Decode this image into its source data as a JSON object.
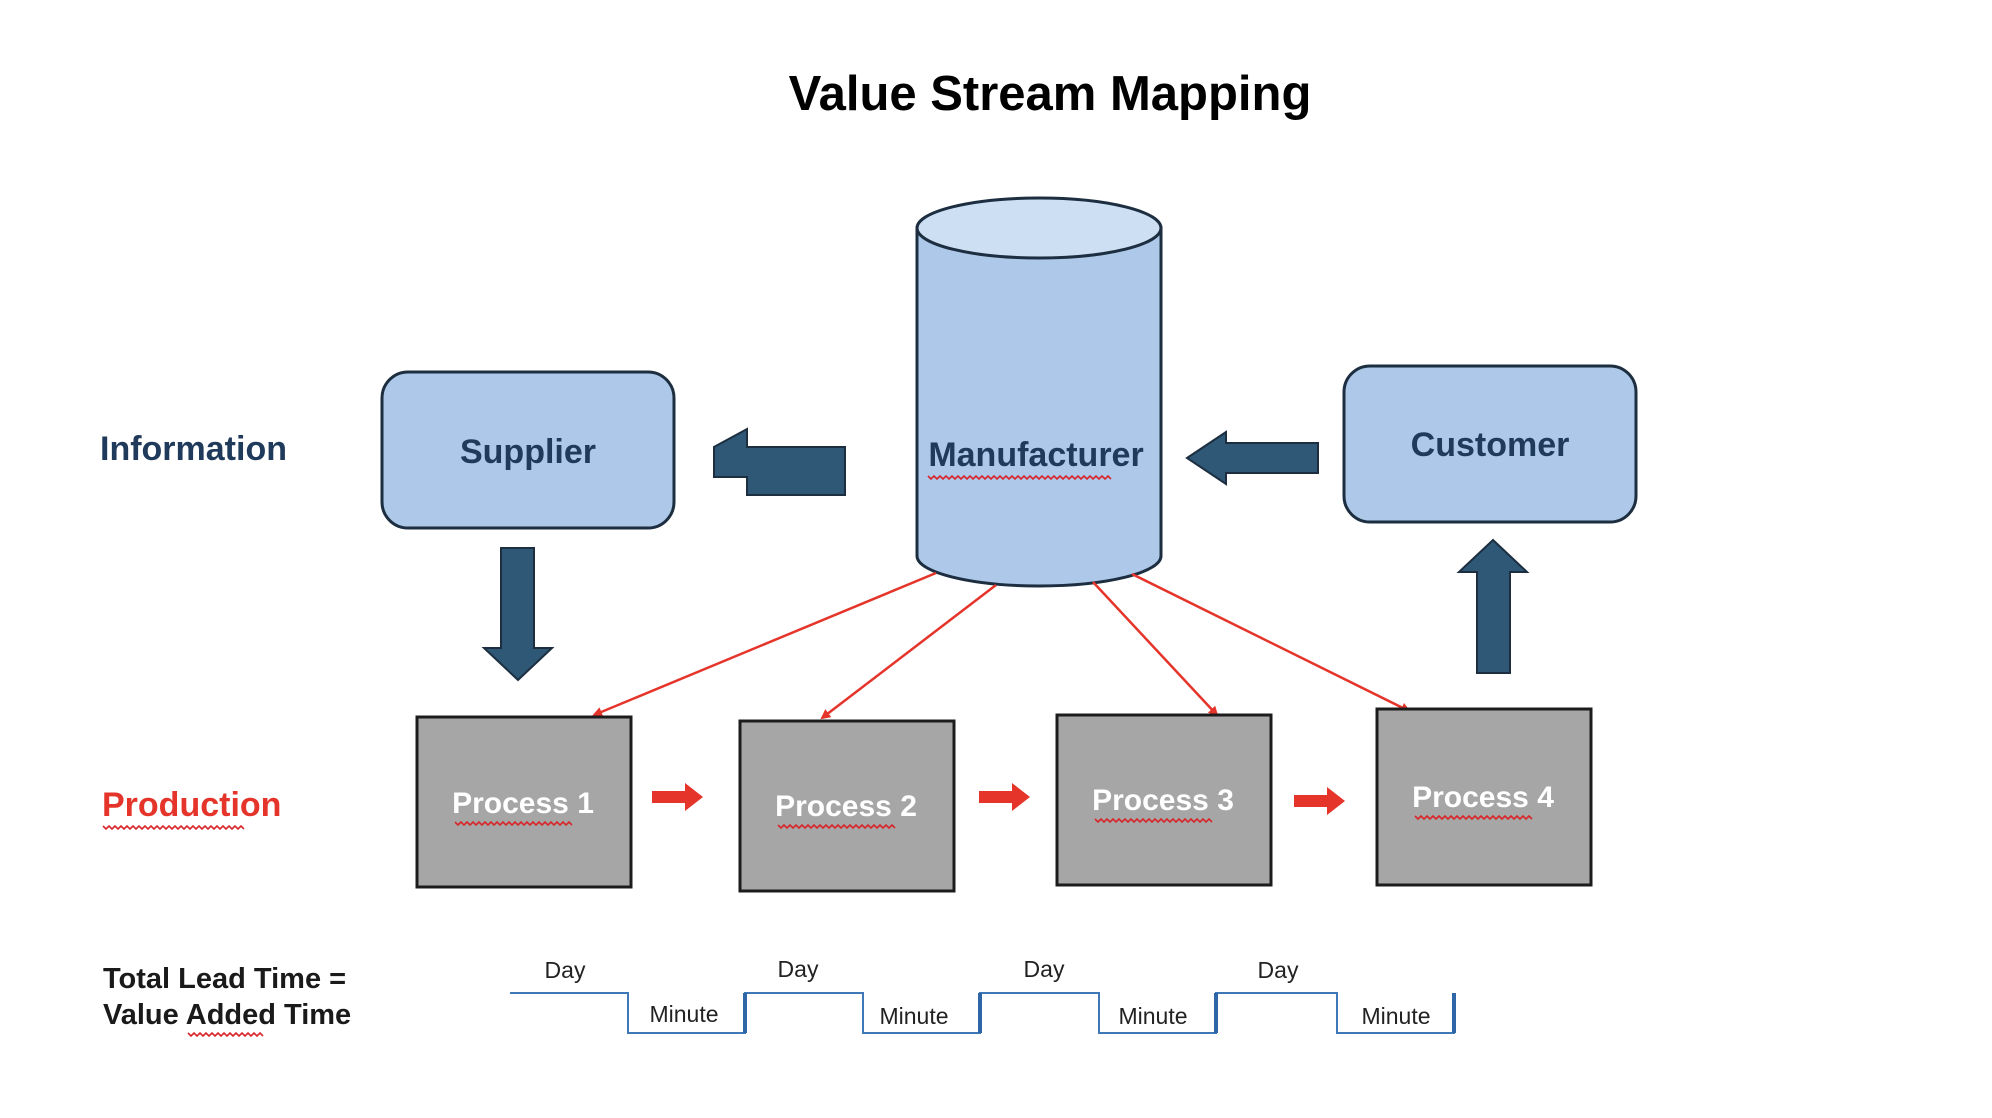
{
  "title": "Value Stream Mapping",
  "rows": {
    "information": "Information",
    "production": "Production"
  },
  "nodes": {
    "supplier": "Supplier",
    "manufacturer": "Manufacturer",
    "customer": "Customer"
  },
  "processes": [
    "Process 1",
    "Process 2",
    "Process 3",
    "Process 4"
  ],
  "timeline": {
    "lead_time_line1": "Total Lead Time =",
    "lead_time_line2": "Value Added Time",
    "day_label": "Day",
    "minute_label": "Minute",
    "segments": [
      {
        "day": "Day",
        "minute": "Minute"
      },
      {
        "day": "Day",
        "minute": "Minute"
      },
      {
        "day": "Day",
        "minute": "Minute"
      },
      {
        "day": "Day",
        "minute": "Minute"
      }
    ]
  },
  "colors": {
    "box_fill": "#adc8e8",
    "cylinder_top": "#cddff3",
    "big_arrow": "#2f5876",
    "information_text": "#1f3a5a",
    "production_text": "#e5352b",
    "process_fill": "#a6a6a6",
    "connector": "#e5352b",
    "timeline_line": "#3f78b6"
  }
}
